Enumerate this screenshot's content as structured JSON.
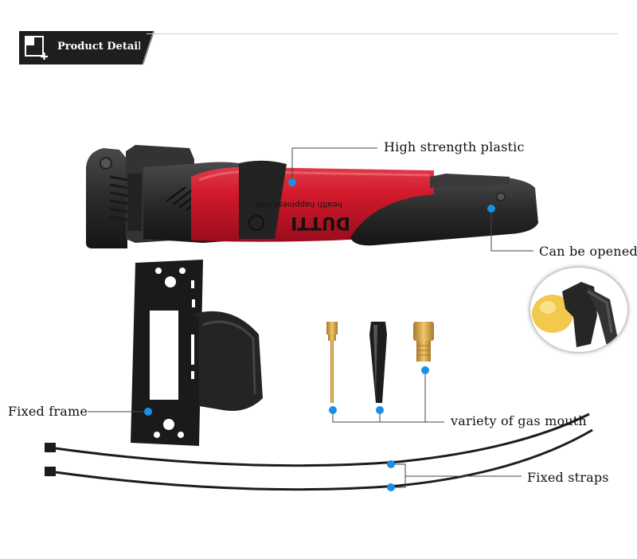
{
  "header": {
    "title": "Product Details"
  },
  "product": {
    "brand": "DUTTI",
    "slogan": "health happiness ride"
  },
  "callouts": {
    "plastic": "High strength plastic",
    "opened": "Can be opened",
    "frame": "Fixed frame",
    "gas_mouth": "variety of gas mouth",
    "straps": "Fixed straps"
  },
  "colors": {
    "accent_dot": "#1a8fe3",
    "pump_red": "#c8102e",
    "pump_black": "#2a2a2a",
    "brass": "#d6a64a"
  }
}
